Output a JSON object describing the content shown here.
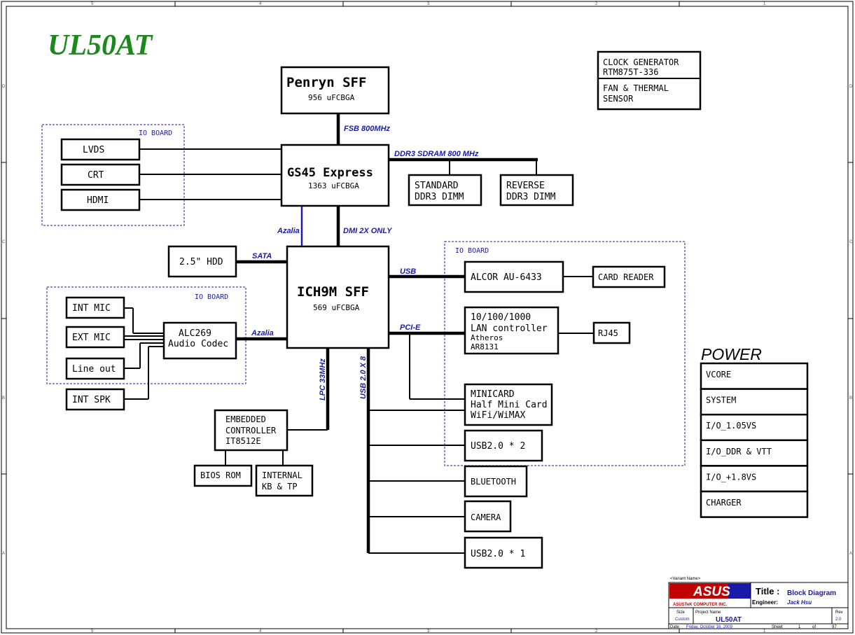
{
  "title": "UL50AT",
  "frame": {
    "top_cols": [
      "5",
      "4",
      "3",
      "2",
      "1"
    ],
    "bottom_cols": [
      "5",
      "4",
      "3",
      "2",
      "1"
    ],
    "left_rows": [
      "D",
      "C",
      "B",
      "A"
    ],
    "right_rows": [
      "D",
      "C",
      "B",
      "A"
    ]
  },
  "blocks": {
    "cpu": {
      "name": "Penryn SFF",
      "pkg": "956 uFCBGA"
    },
    "nb": {
      "name": "GS45 Express",
      "pkg": "1363 uFCBGA"
    },
    "sb": {
      "name": "ICH9M SFF",
      "pkg": "569 uFCBGA"
    },
    "clock": {
      "line1": "CLOCK GENERATOR",
      "line2": "RTM875T-336"
    },
    "fan": {
      "line1": "FAN & THERMAL",
      "line2": "SENSOR"
    },
    "lvds": "LVDS",
    "crt": "CRT",
    "hdmi": "HDMI",
    "dimm_std": {
      "line1": "STANDARD",
      "line2": "DDR3 DIMM"
    },
    "dimm_rev": {
      "line1": "REVERSE",
      "line2": "DDR3 DIMM"
    },
    "hdd": "2.5\" HDD",
    "int_mic": "INT MIC",
    "ext_mic": "EXT MIC",
    "line_out": "Line out",
    "int_spk": "INT SPK",
    "codec": {
      "line1": "ALC269",
      "line2": "Audio Codec"
    },
    "ec": {
      "line1": "EMBEDDED",
      "line2": "CONTROLLER",
      "line3": "IT8512E"
    },
    "bios": "BIOS ROM",
    "kb": {
      "line1": "INTERNAL",
      "line2": "KB & TP"
    },
    "alcor": "ALCOR AU-6433",
    "card_reader": "CARD READER",
    "lan": {
      "line1": "10/100/1000",
      "line2": "LAN controller",
      "line3": "Atheros",
      "line4": "AR8131"
    },
    "rj45": "RJ45",
    "minicard": {
      "line1": "MINICARD",
      "line2": "Half Mini Card",
      "line3": "WiFi/WiMAX"
    },
    "usb2x2": "USB2.0 * 2",
    "bluetooth": "BLUETOOTH",
    "camera": "CAMERA",
    "usb2x1": "USB2.0 * 1"
  },
  "bus_labels": {
    "fsb": "FSB 800MHz",
    "ddr3": "DDR3 SDRAM 800 MHz",
    "azalia_top": "Azalia",
    "dmi": "DMI 2X ONLY",
    "sata": "SATA",
    "usb": "USB",
    "pcie": "PCI-E",
    "azalia_codec": "Azalia",
    "lpc": "LPC 33MHz",
    "usb20x8": "USB 2.0 X 8"
  },
  "io_board_label": "IO BOARD",
  "power": {
    "heading": "POWER",
    "items": [
      "VCORE",
      "SYSTEM",
      "I/O_1.05VS",
      "I/O_DDR & VTT",
      "I/O_+1.8VS",
      "CHARGER"
    ]
  },
  "title_block": {
    "variant": "<Variant Name>",
    "logo": "ASUS",
    "company": "ASUSTeK COMPUTER INC.",
    "title_label": "Title :",
    "title_value": "Block Diagram",
    "engineer_label": "Engineer:",
    "engineer_value": "Jack Hsu",
    "size_label": "Size",
    "size_value": "Custom",
    "project_label": "Project Name",
    "project_value": "UL50AT",
    "rev_label": "Rev",
    "rev_value": "2.0",
    "date_label": "Date:",
    "date_value": "Friday, October 16, 2009",
    "sheet_label": "Sheet",
    "sheet_value": "1",
    "of_label": "of",
    "of_value": "97"
  },
  "colors": {
    "title_green": "#1b8a1b",
    "bus_blue": "#1a1aa8",
    "asus_red": "#c00000"
  }
}
